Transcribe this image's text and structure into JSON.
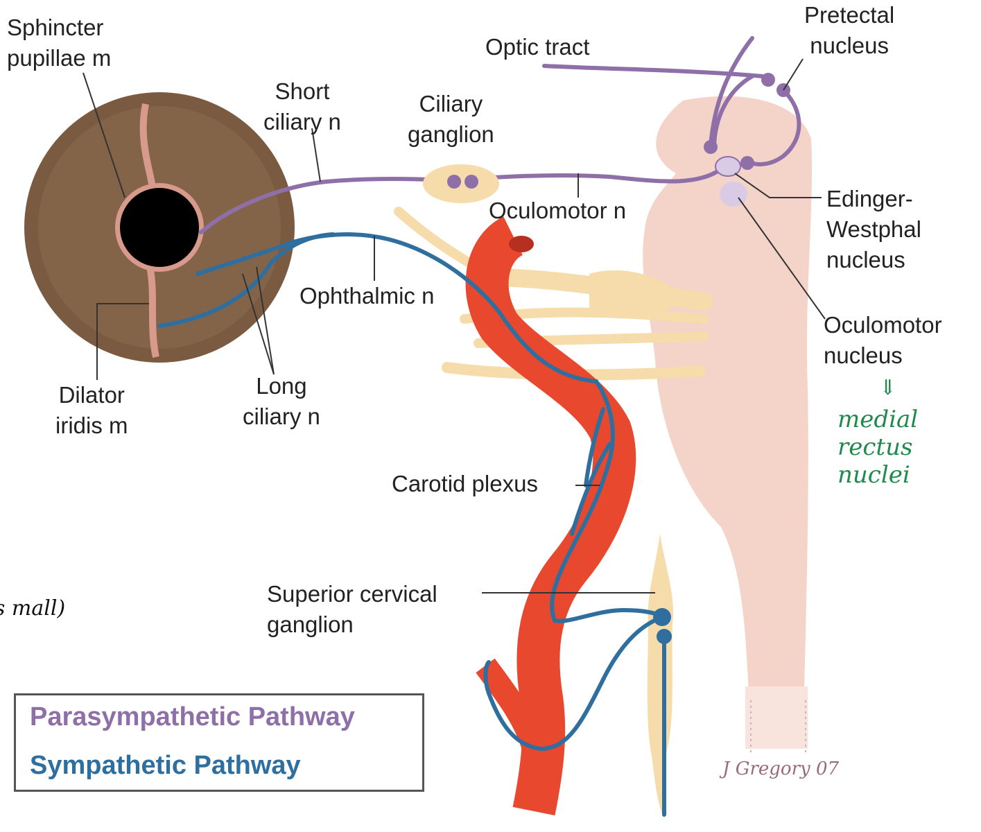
{
  "labels": {
    "sphincter": "Sphincter\npupillae m",
    "short_ciliary": "Short\nciliary n",
    "ciliary_ganglion": "Ciliary\nganglion",
    "optic_tract": "Optic tract",
    "pretectal": "Pretectal\nnucleus",
    "oculomotor_n": "Oculomotor n",
    "edinger": "Edinger-\nWestphal\nnucleus",
    "oculomotor_nucleus": "Oculomotor\nnucleus",
    "ophthalmic": "Ophthalmic n",
    "dilator": "Dilator\niridis m",
    "long_ciliary": "Long\nciliary n",
    "carotid": "Carotid plexus",
    "superior_cervical": "Superior cervical\nganglion"
  },
  "annotations": {
    "arrow": "⇓",
    "medial_rectus": "medial\nrectus\nnuclei",
    "partial_note": "s mall)"
  },
  "legend": {
    "parasympathetic": "Parasympathetic Pathway",
    "sympathetic": "Sympathetic Pathway"
  },
  "signature": "J Gregory 07",
  "colors": {
    "parasympathetic": "#8e6fa8",
    "sympathetic": "#2f6fa0",
    "artery": "#e8482e",
    "brainstem": "#f4d3c8",
    "nerve": "#f6dcaa",
    "iris": "#7a5a40",
    "handwriting": "#1f8a4c"
  }
}
